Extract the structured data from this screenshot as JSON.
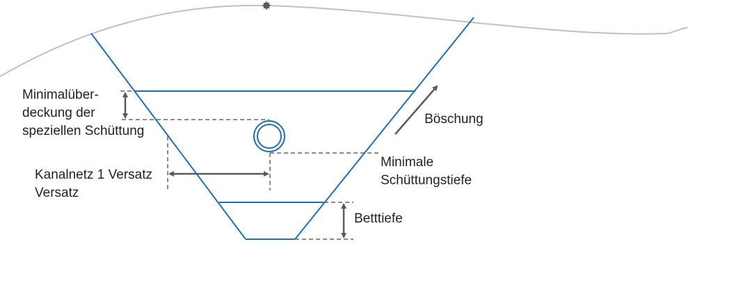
{
  "labels": {
    "cover_line1": "Minimalüber-",
    "cover_line2": "deckung der",
    "cover_line3": "speziellen Schüttung",
    "offset_line1": "Kanalnetz 1 Versatz",
    "offset_line2": "Versatz",
    "slope": "Böschung",
    "min_depth_line1": "Minimale",
    "min_depth_line2": "Schüttungstiefe",
    "bed_depth": "Betttiefe"
  },
  "colors": {
    "trench": "#1f6fb5",
    "ground": "#c0c0c0",
    "dim": "#5a5a5a"
  }
}
